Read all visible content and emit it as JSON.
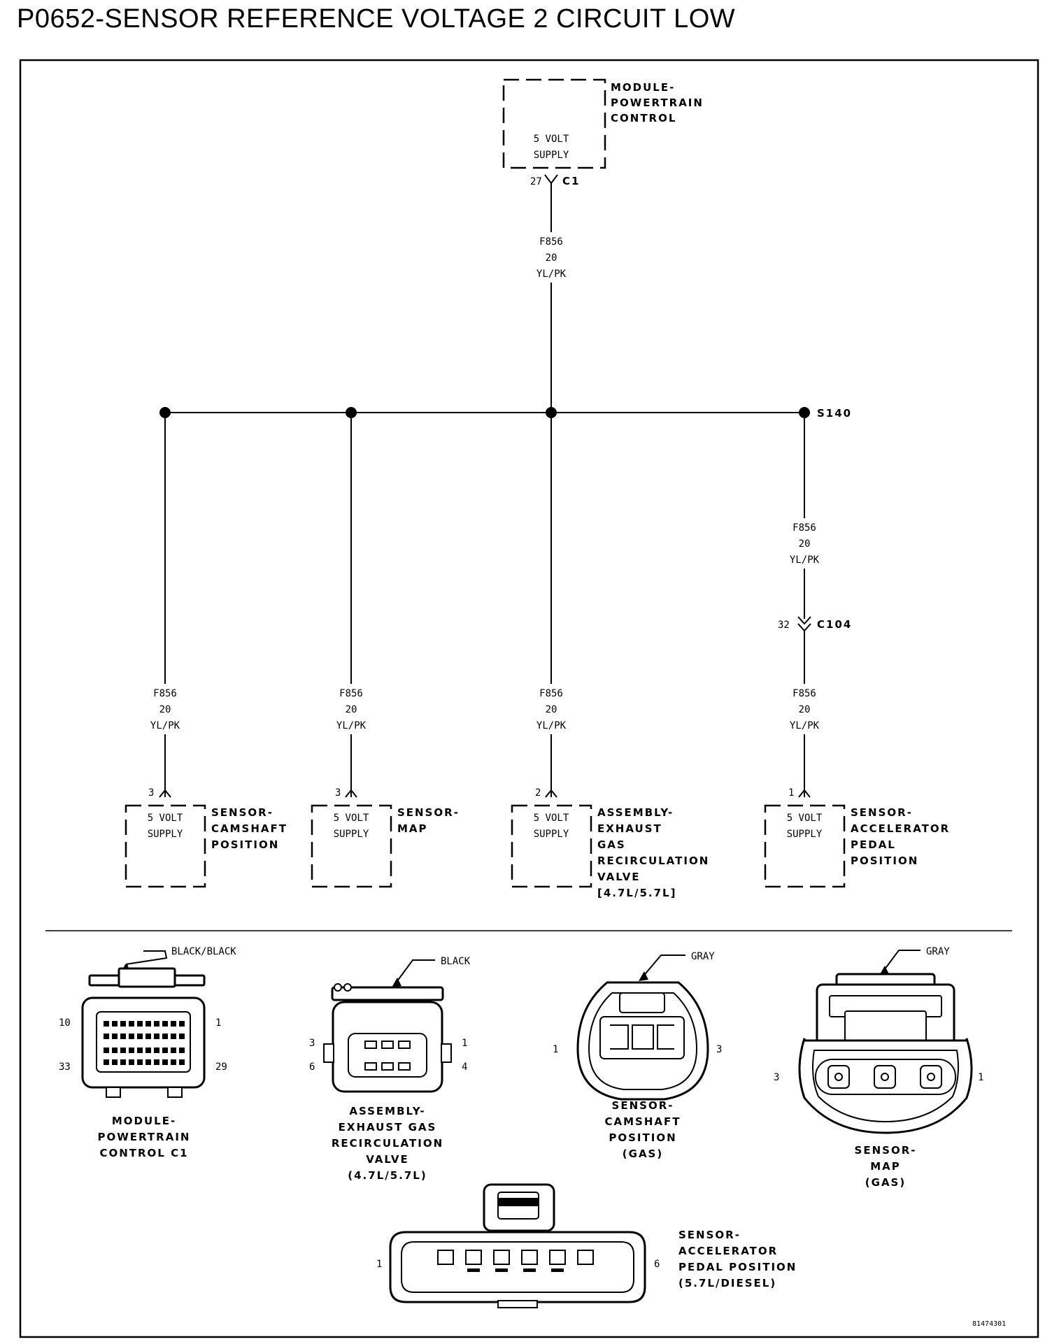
{
  "title": "P0652-SENSOR REFERENCE VOLTAGE 2 CIRCUIT LOW",
  "pcm": {
    "name_lines": [
      "MODULE-",
      "POWERTRAIN",
      "CONTROL"
    ],
    "supply_lines": [
      "5 VOLT",
      "SUPPLY"
    ],
    "pin": "27",
    "connector": "C1"
  },
  "wire": {
    "circuit": "F856",
    "gauge": "20",
    "color": "YL/PK"
  },
  "splice": "S140",
  "inline_connector": {
    "pin": "32",
    "name": "C104"
  },
  "components": [
    {
      "pin": "3",
      "supply_lines": [
        "5 VOLT",
        "SUPPLY"
      ],
      "name_lines": [
        "SENSOR-",
        "CAMSHAFT",
        "POSITION"
      ]
    },
    {
      "pin": "3",
      "supply_lines": [
        "5 VOLT",
        "SUPPLY"
      ],
      "name_lines": [
        "SENSOR-",
        "MAP"
      ]
    },
    {
      "pin": "2",
      "supply_lines": [
        "5 VOLT",
        "SUPPLY"
      ],
      "name_lines": [
        "ASSEMBLY-",
        "EXHAUST",
        "GAS",
        "RECIRCULATION",
        "VALVE",
        "[4.7L/5.7L]"
      ]
    },
    {
      "pin": "1",
      "supply_lines": [
        "5 VOLT",
        "SUPPLY"
      ],
      "name_lines": [
        "SENSOR-",
        "ACCELERATOR",
        "PEDAL",
        "POSITION"
      ]
    }
  ],
  "connector_views": [
    {
      "color": "BLACK/BLACK",
      "pins": [
        "10",
        "1",
        "33",
        "29"
      ],
      "name_lines": [
        "MODULE-",
        "POWERTRAIN",
        "CONTROL C1"
      ]
    },
    {
      "color": "BLACK",
      "pins": [
        "3",
        "1",
        "6",
        "4"
      ],
      "name_lines": [
        "ASSEMBLY-",
        "EXHAUST GAS",
        "RECIRCULATION",
        "VALVE",
        "(4.7L/5.7L)"
      ]
    },
    {
      "color": "GRAY",
      "pins": [
        "1",
        "3"
      ],
      "name_lines": [
        "SENSOR-",
        "CAMSHAFT",
        "POSITION",
        "(GAS)"
      ]
    },
    {
      "color": "GRAY",
      "pins": [
        "3",
        "1"
      ],
      "name_lines": [
        "SENSOR-",
        "MAP",
        "(GAS)"
      ]
    },
    {
      "pins": [
        "1",
        "6"
      ],
      "name_lines": [
        "SENSOR-",
        "ACCELERATOR",
        "PEDAL POSITION",
        "(5.7L/DIESEL)"
      ]
    }
  ],
  "figure_id": "81474301"
}
